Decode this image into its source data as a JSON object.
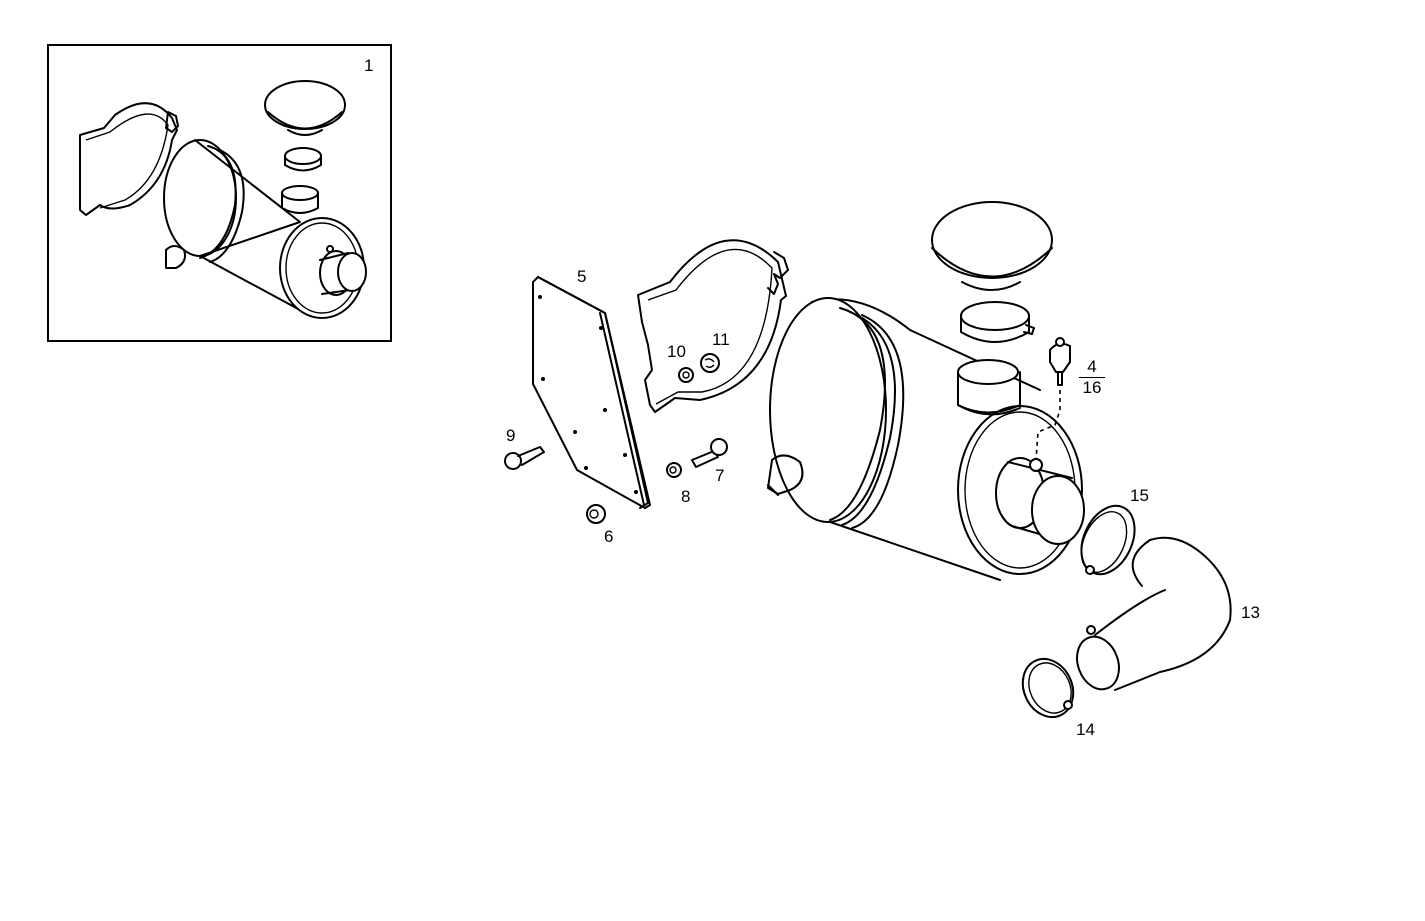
{
  "diagram": {
    "type": "exploded-parts-drawing",
    "subject": "air filter assembly",
    "inset": {
      "label": "1",
      "description": "assembled air filter overview"
    },
    "callouts": [
      {
        "id": "c1",
        "label": "1"
      },
      {
        "id": "c4",
        "label": "4",
        "denominator": "16"
      },
      {
        "id": "c5",
        "label": "5"
      },
      {
        "id": "c6",
        "label": "6"
      },
      {
        "id": "c7",
        "label": "7"
      },
      {
        "id": "c8",
        "label": "8"
      },
      {
        "id": "c9",
        "label": "9"
      },
      {
        "id": "c10",
        "label": "10"
      },
      {
        "id": "c11",
        "label": "11"
      },
      {
        "id": "c13",
        "label": "13"
      },
      {
        "id": "c14",
        "label": "14"
      },
      {
        "id": "c15",
        "label": "15"
      }
    ],
    "colors": {
      "line": "#000000",
      "background": "#ffffff"
    }
  }
}
